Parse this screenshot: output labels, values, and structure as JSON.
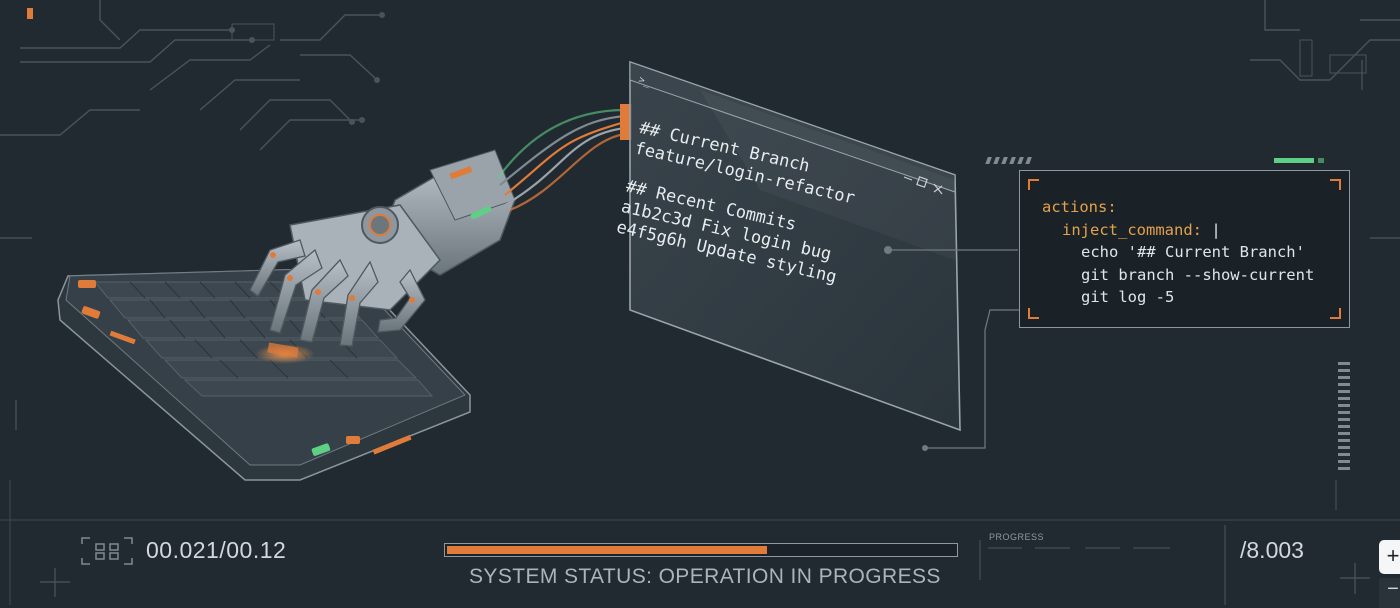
{
  "terminal": {
    "branch_heading": "## Current Branch",
    "branch_name": "feature/login-refactor",
    "commits_heading": "## Recent Commits",
    "commits": [
      "a1b2c3d Fix login bug",
      "e4f5g6h Update styling"
    ]
  },
  "config": {
    "key_actions": "actions:",
    "key_inject": "inject_command:",
    "pipe": "|",
    "commands": [
      "echo '## Current Branch'",
      "git branch --show-current",
      "git log -5"
    ]
  },
  "hud": {
    "timer": "00.021/00.12",
    "status": "SYSTEM STATUS: OPERATION IN PROGRESS",
    "progress_label": "PROGRESS",
    "progress_fraction": 0.63,
    "right_readout": "/8.003"
  },
  "controls": {
    "plus": "+",
    "minus": "−"
  },
  "colors": {
    "background": "#212a31",
    "accent_orange": "#e07b39",
    "accent_green": "#5fcf86",
    "line": "#4a565e"
  }
}
